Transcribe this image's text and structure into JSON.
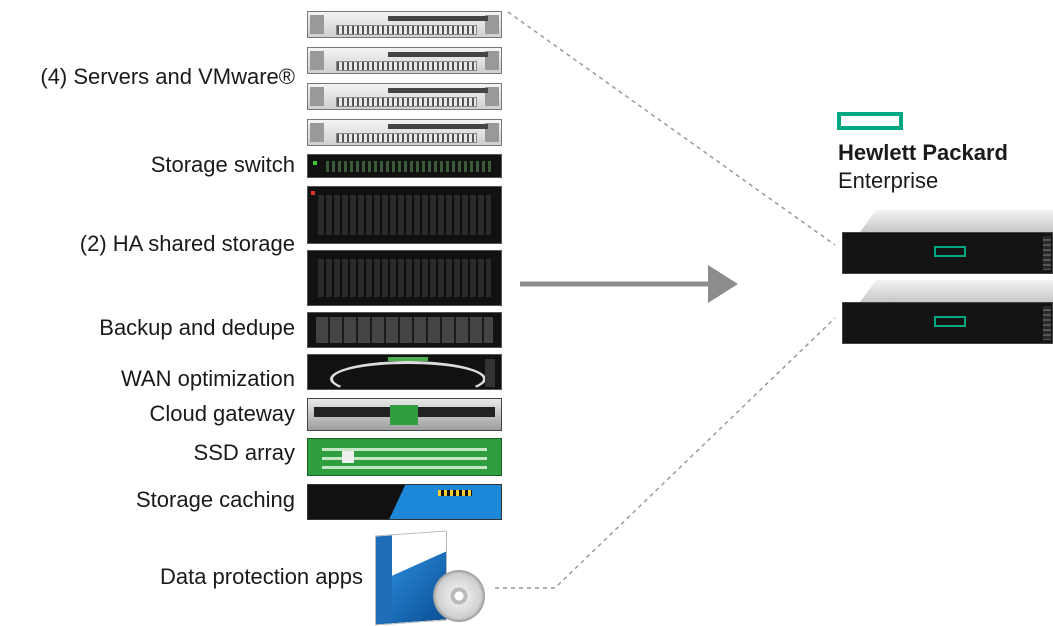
{
  "left_labels": {
    "servers": "(4) Servers and VMware®",
    "storage_switch": "Storage switch",
    "ha_storage": "(2) HA shared storage",
    "backup": "Backup and dedupe",
    "wan": "WAN optimization",
    "cloud": "Cloud gateway",
    "ssd": "SSD array",
    "caching": "Storage caching",
    "data_protection": "Data protection apps"
  },
  "brand": {
    "line1": "Hewlett Packard",
    "line2": "Enterprise",
    "accent_color": "#01a982"
  },
  "colors": {
    "arrow": "#8c8c8c",
    "dashed": "#9a9a9a",
    "ssd_green": "#2e9e3e",
    "caching_blue": "#1e88d8"
  }
}
